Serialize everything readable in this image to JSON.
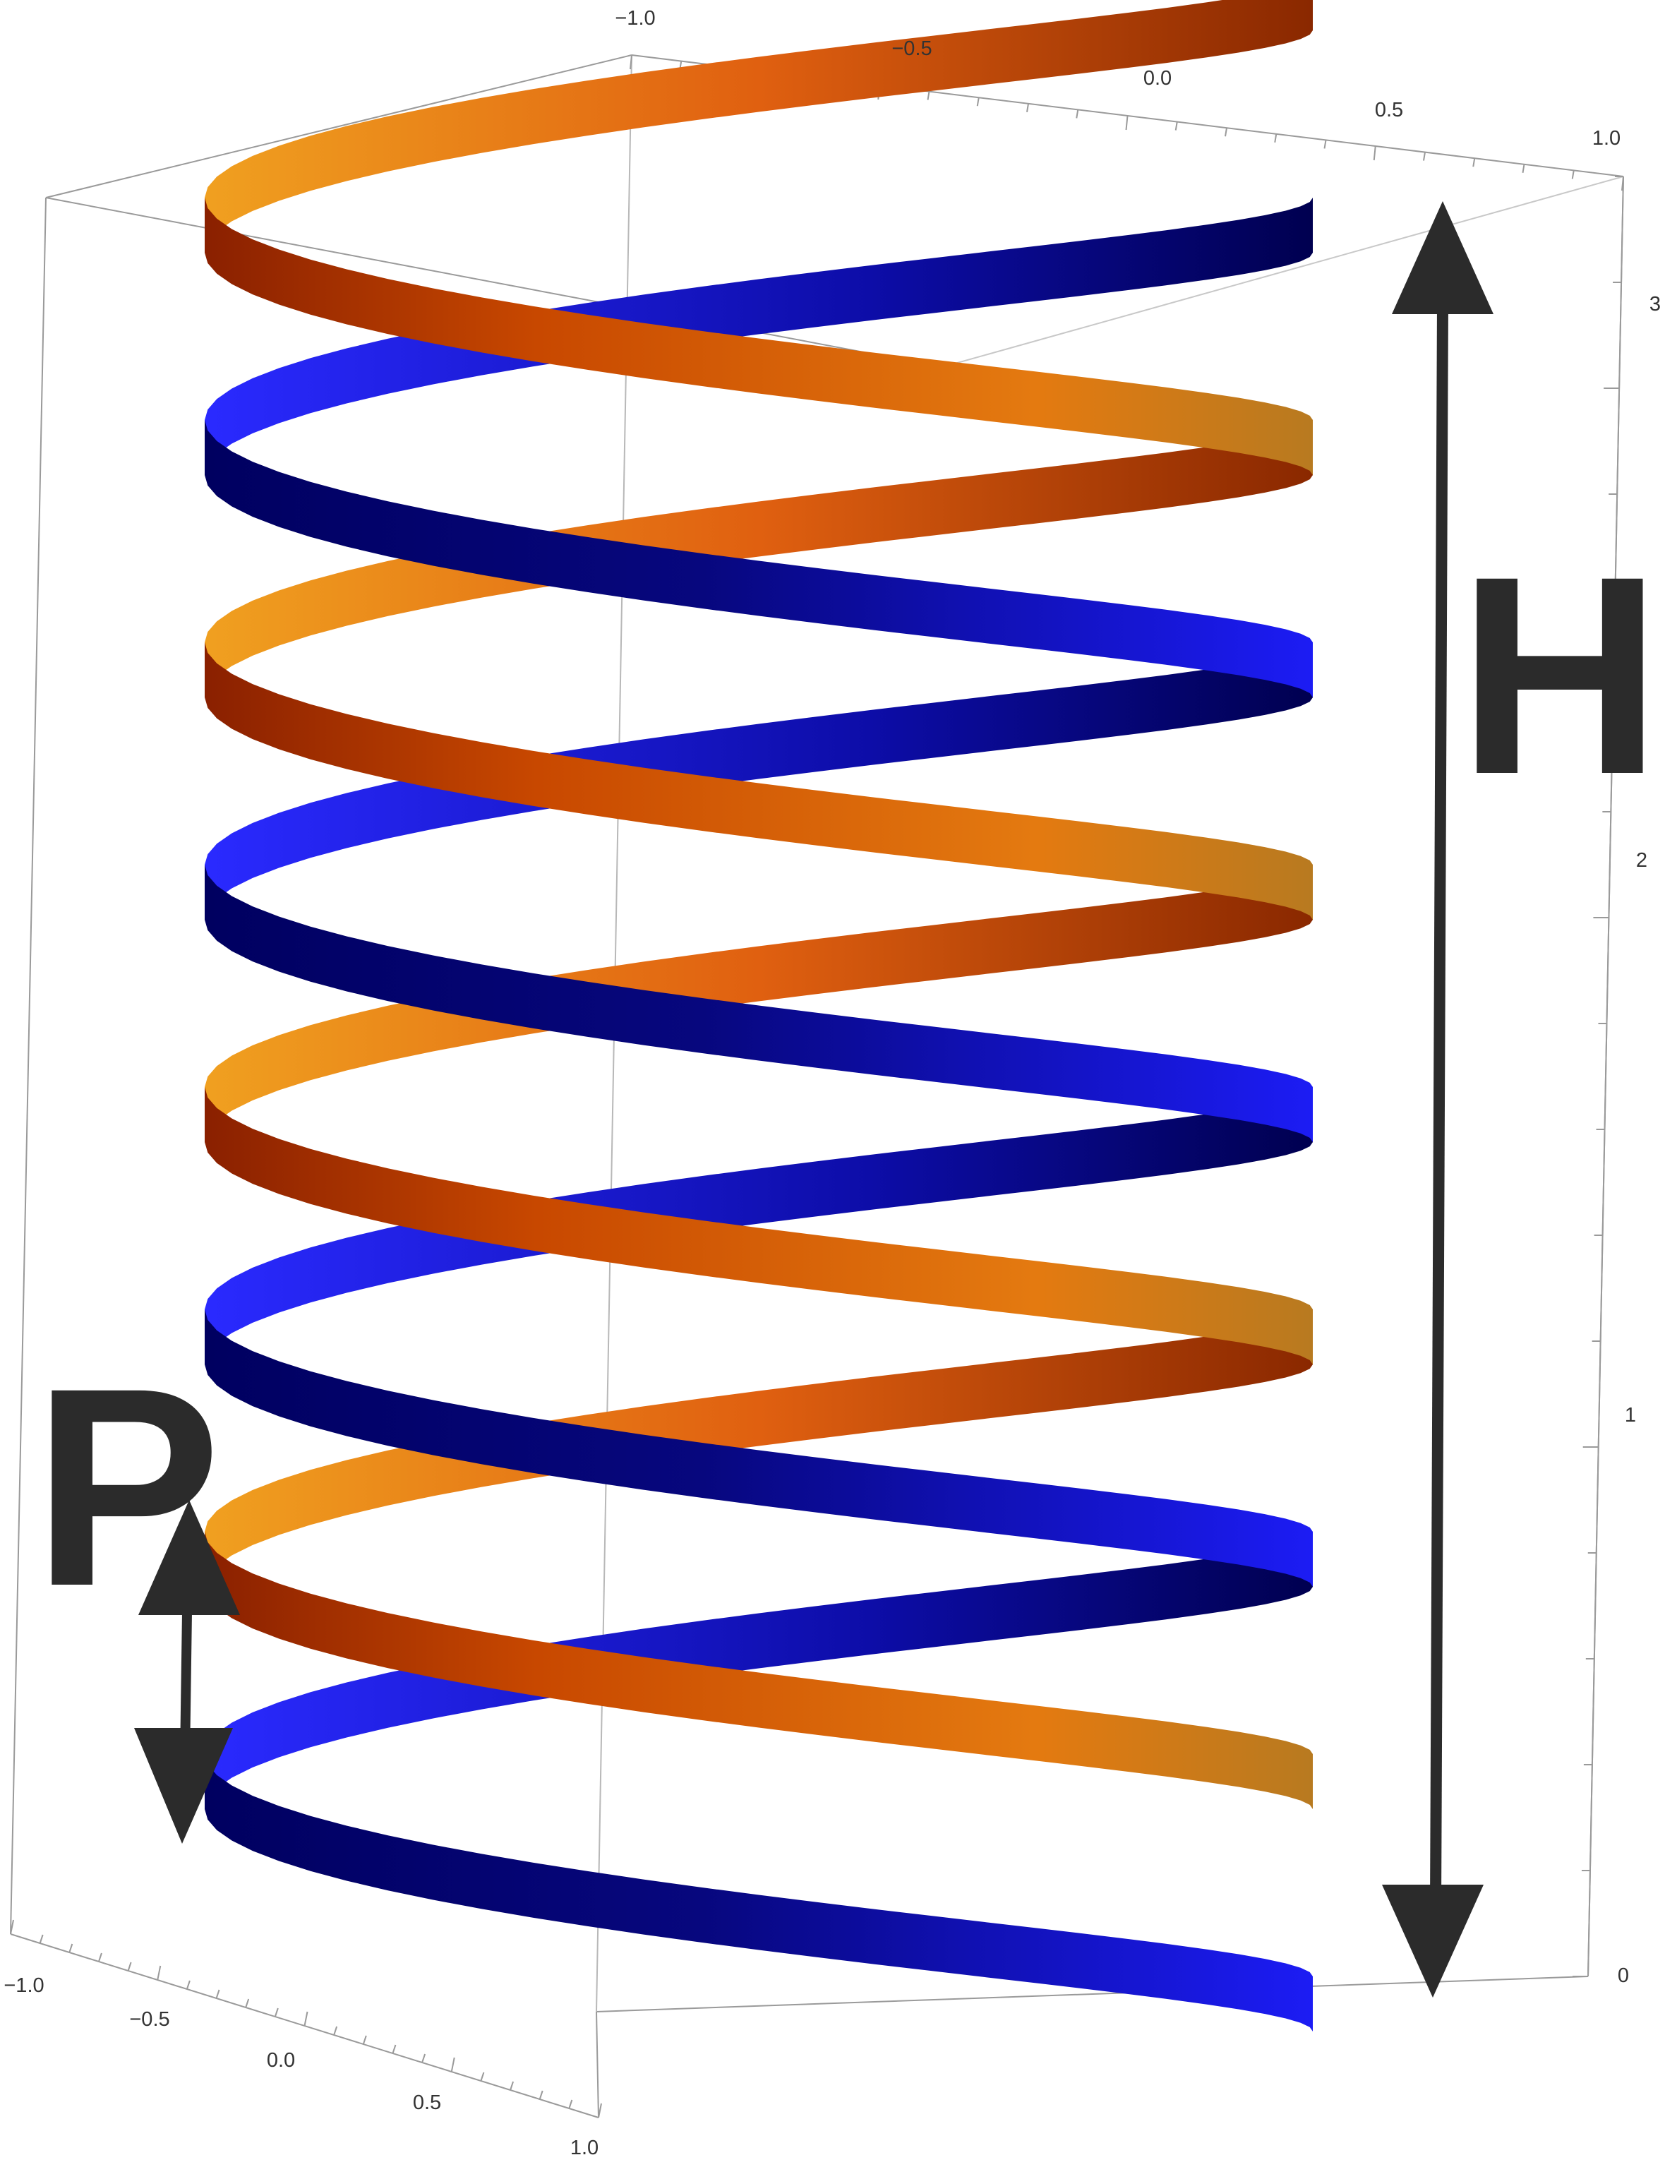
{
  "figure": {
    "type": "3d-helix-plot",
    "colors": {
      "helix_1": "#1a1aee",
      "helix_1_shadow": "#000060",
      "helix_2": "#e07010",
      "helix_2_shadow": "#6a1c00",
      "arrow": "#2b2b2b",
      "box": "#999999"
    },
    "annotations": {
      "height_label": "H",
      "pitch_label": "P"
    },
    "axes": {
      "top_x_ticks": [
        "−1.0",
        "−0.5",
        "0.0",
        "0.5",
        "1.0"
      ],
      "bottom_y_ticks": [
        "−1.0",
        "−0.5",
        "0.0",
        "0.5",
        "1.0"
      ],
      "z_ticks": [
        "0",
        "1",
        "2",
        "3"
      ]
    }
  }
}
